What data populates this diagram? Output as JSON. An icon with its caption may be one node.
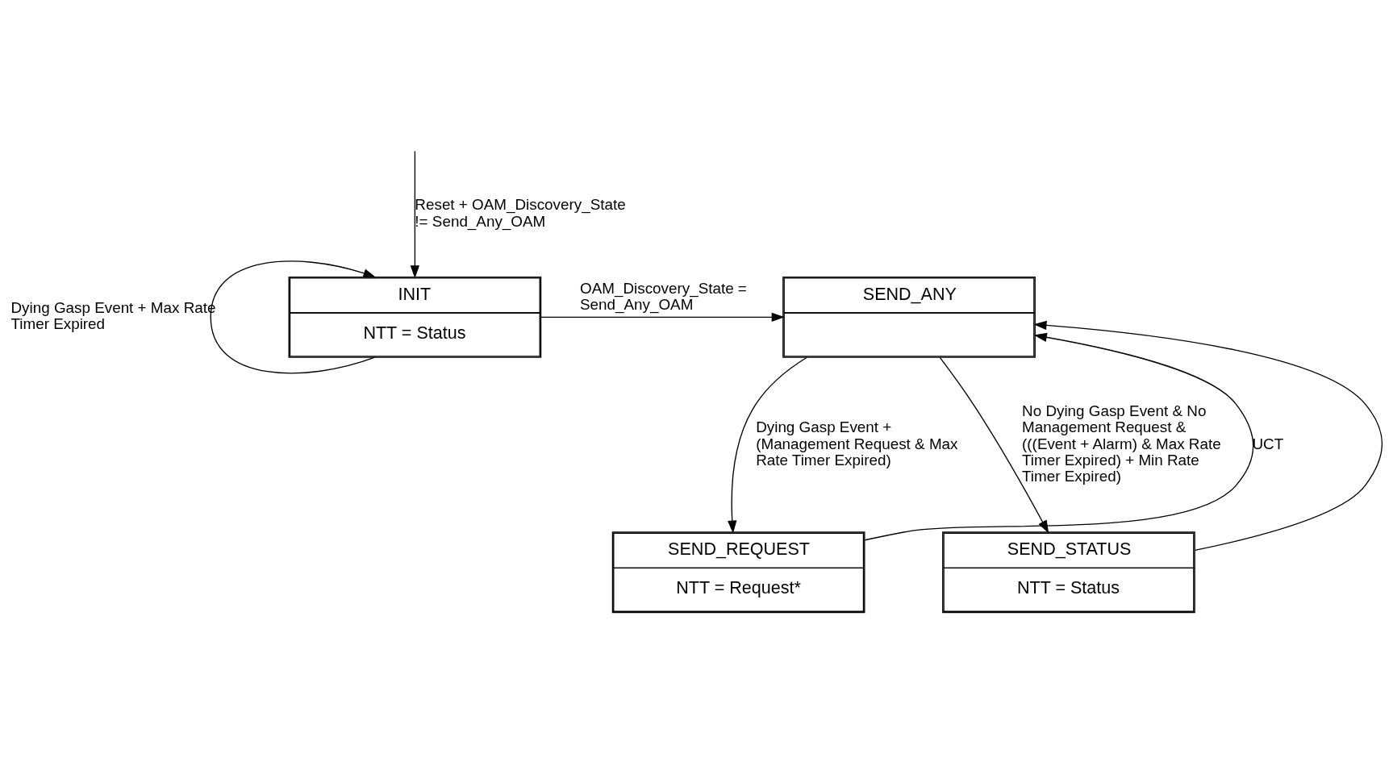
{
  "diagram": {
    "nodes": [
      {
        "text": [
          "INIT",
          "NTT = Status"
        ]
      },
      {
        "text": [
          "SEND_ANY"
        ]
      },
      {
        "text": [
          "SEND_REQUEST",
          "NTT = Request*"
        ]
      },
      {
        "text": [
          "SEND_STATUS",
          "NTT = Status"
        ]
      }
    ],
    "edges": [
      {
        "from": null,
        "to": 0,
        "arrow": "to",
        "label": "Reset + OAM_Discovery_State != Send_Any_OAM"
      },
      {
        "from": 0,
        "to": 0,
        "arrow": "to",
        "label": "Dying Gasp Event + Max Rate Timer Expired"
      },
      {
        "from": 0,
        "to": 1,
        "arrow": "to",
        "label": "OAM_Discovery_State = Send_Any_OAM"
      },
      {
        "from": 1,
        "to": 2,
        "arrow": "to",
        "label": "Dying Gasp Event + (Management Request & Max Rate Timer Expired)"
      },
      {
        "from": 1,
        "to": 3,
        "arrow": "to",
        "label": "No Dying Gasp Event & No Management Request & (((Event + Alarm) & Max Rate Timer Expired) + Min Rate Timer Expired)"
      },
      {
        "from": 2,
        "to": 1,
        "arrow": "to",
        "label": "UCT"
      },
      {
        "from": 3,
        "to": 1,
        "arrow": "to"
      }
    ]
  }
}
